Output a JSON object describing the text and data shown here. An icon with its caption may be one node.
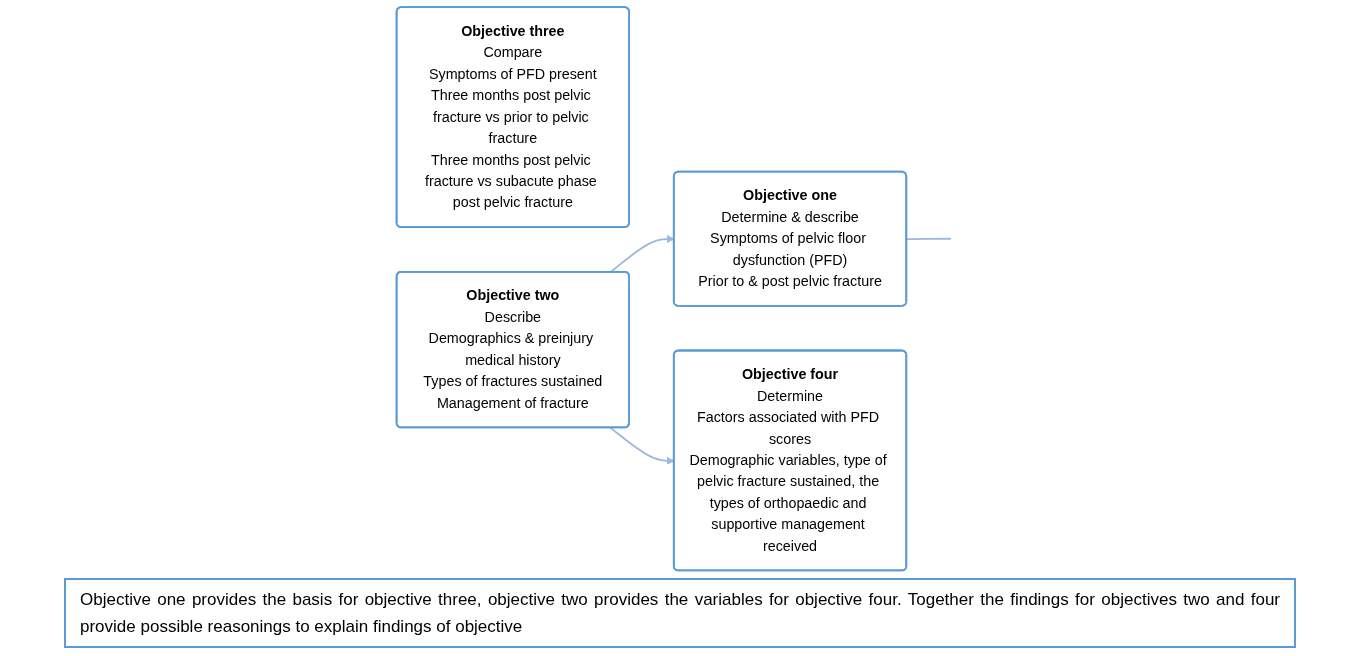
{
  "diagram": {
    "caption": "Objective one provides the basis for objective three, objective two provides the variables for objective four. Together the findings for objectives two and four provide possible reasonings to explain findings of objective",
    "nodes": [
      {
        "text": [
          "Objective one",
          "Determine & describe",
          "Symptoms of pelvic floor dysfunction (PFD)",
          "Prior to & post pelvic fracture"
        ]
      },
      {
        "text": [
          "Objective three",
          "Compare",
          "Symptoms of PFD present",
          "Three months post pelvic fracture vs prior to pelvic fracture",
          "Three months post pelvic fracture vs subacute phase post pelvic fracture"
        ]
      },
      {
        "text": [
          "Objective two",
          "Describe",
          "Demographics & preinjury medical history",
          "Types of fractures sustained",
          "Management of fracture"
        ]
      },
      {
        "text": [
          "Objective four",
          "Determine",
          "Factors associated with PFD scores",
          "Demographic variables, type of pelvic fracture sustained, the types of orthopaedic and supportive management received"
        ]
      }
    ],
    "edges": [
      {
        "from": 2,
        "to": 0,
        "arrow": "to"
      },
      {
        "from": 0,
        "to": null,
        "arrow": "none"
      },
      {
        "from": 2,
        "to": 3,
        "arrow": "to"
      }
    ]
  }
}
